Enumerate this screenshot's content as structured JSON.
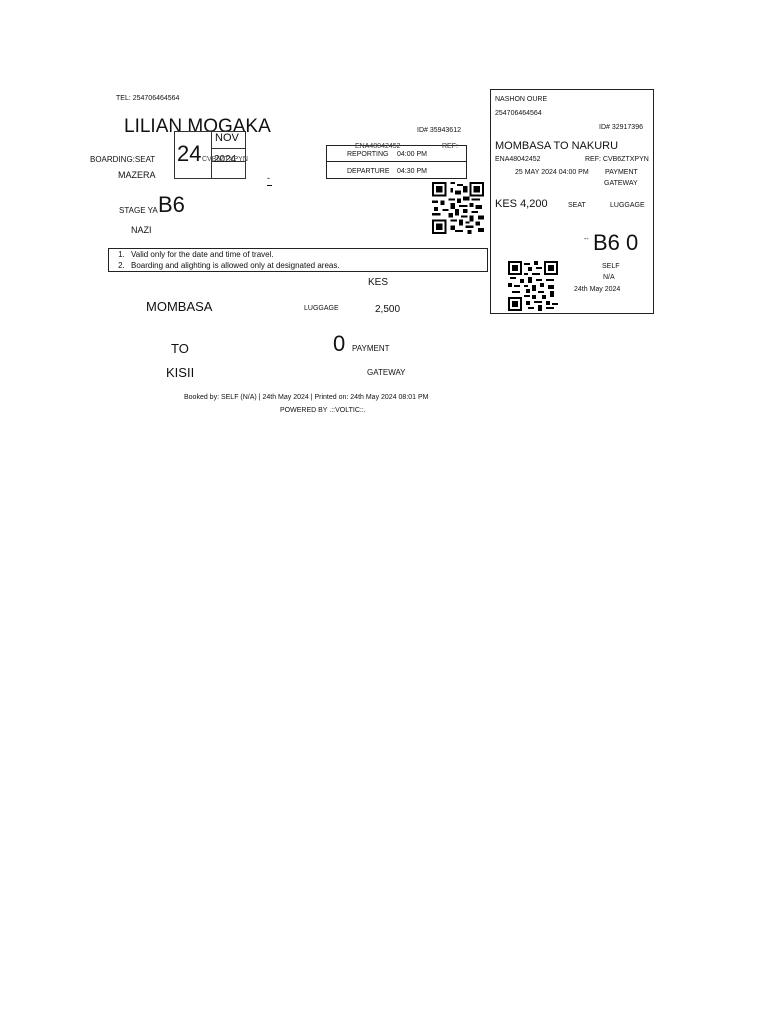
{
  "ticket": {
    "tel": "TEL: 254706464564",
    "passenger_name": "LILIAN MOGAKA",
    "id_number": "ID# 35943612",
    "date_day": "24",
    "date_month": "NOV",
    "date_year": "2024",
    "boarding_label": "BOARDING:SEAT",
    "boarding_code": "CVB6ZTXPYN",
    "boarding_point": "MAZERA",
    "dash_mark": "-",
    "stage_label": "STAGE YA",
    "seat": "B6",
    "stage_value": "NAZI",
    "booking_ref_code": "ENA48042452",
    "ref_label": "REF:",
    "reporting_label": "REPORTING",
    "reporting_time": "04:00 PM",
    "departure_label": "DEPARTURE",
    "departure_time": "04:30 PM",
    "terms": [
      "Valid only for the date and time of travel.",
      "Boarding and alighting is allowed only at designated areas."
    ],
    "currency_label": "KES",
    "from": "MOMBASA",
    "luggage_label": "LUGGAGE",
    "fare": "2,500",
    "to_label": "TO",
    "luggage_value": "0",
    "payment_label": "PAYMENT",
    "destination": "KISII",
    "gateway_label": "GATEWAY",
    "footer_booked": "Booked by: SELF (N/A) | 24th May 2024 | Printed on: 24th May 2024 08:01 PM",
    "footer_powered": "POWERED BY .::VOLTIC::."
  },
  "stub": {
    "name": "NASHON OURE",
    "phone": "254706464564",
    "id_number": "ID# 32917396",
    "route": "MOMBASA TO NAKURU",
    "booking_code": "ENA48042452",
    "ref": "REF: CVB6ZTXPYN",
    "datetime": "25 MAY 2024 04:00 PM",
    "payment_label": "PAYMENT",
    "gateway_label": "GATEWAY",
    "fare": "KES 4,200",
    "seat_label": "SEAT",
    "luggage_label": "LUGGAGE",
    "dash_mark": "--",
    "seat": "B6",
    "luggage_value": "0",
    "booked_by": "SELF",
    "booked_by_id": "N/A",
    "booked_date": "24th May 2024"
  }
}
